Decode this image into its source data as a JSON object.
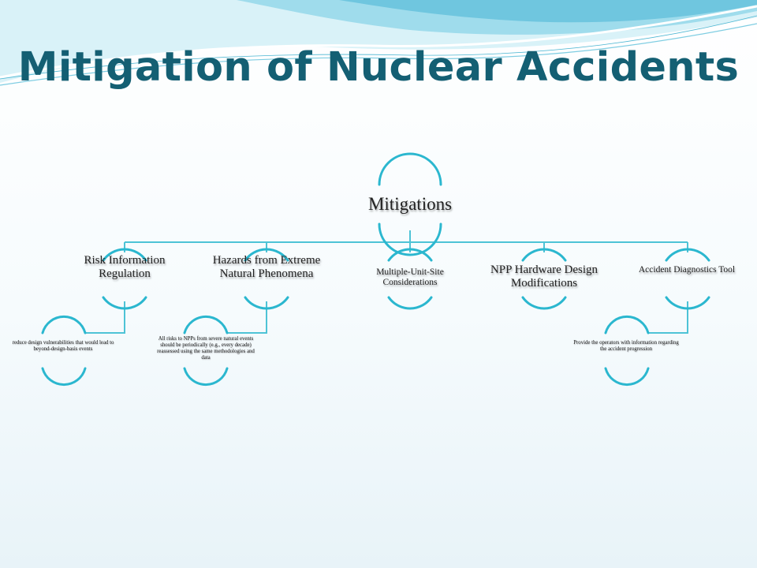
{
  "slide": {
    "title": "Mitigation of Nuclear Accidents"
  },
  "diagram": {
    "root": {
      "label": "Mitigations"
    },
    "branches": [
      {
        "label": "Risk Information Regulation",
        "children": [
          {
            "label": "reduce design vulnerabilities that would lead to beyond-design-basis events"
          }
        ]
      },
      {
        "label": "Hazards from Extreme Natural Phenomena",
        "children": [
          {
            "label": "All risks to NPPs from severe natural events should be periodically (e.g., every decade) reassessed using the same methodologies and data"
          }
        ]
      },
      {
        "label": "Multiple-Unit-Site Considerations",
        "children": []
      },
      {
        "label": "NPP Hardware Design Modifications",
        "children": []
      },
      {
        "label": "Accident Diagnostics Tool",
        "children": [
          {
            "label": "Provide the operators with information regarding the accident progression"
          }
        ]
      }
    ]
  },
  "colors": {
    "title": "#145f73",
    "connector": "#4ec3d6",
    "arc": "#2bb7cf",
    "wave_light": "#bfe9f3",
    "wave_mid": "#8fd6e8",
    "wave_dark": "#4cb6d2"
  }
}
